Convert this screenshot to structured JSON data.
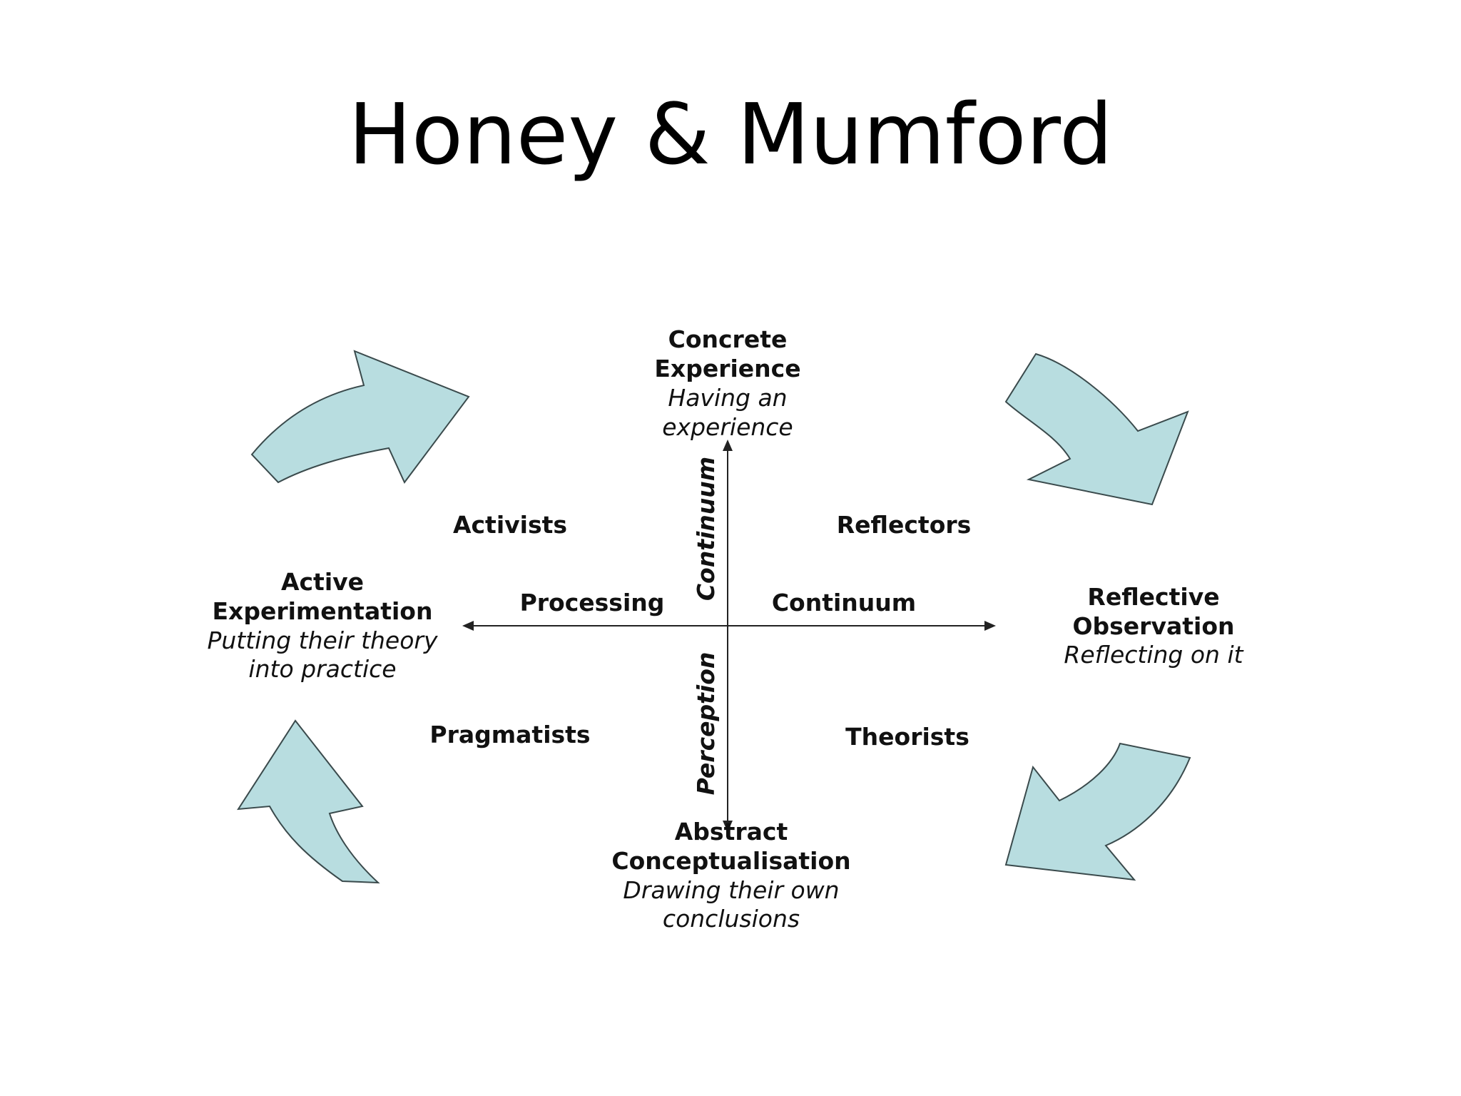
{
  "title": "Honey & Mumford",
  "colors": {
    "arrow_fill": "#b8dde0",
    "arrow_stroke": "#3a4a4c",
    "text": "#111111"
  },
  "stages": {
    "top": {
      "name_line1": "Concrete",
      "name_line2": "Experience",
      "desc_line1": "Having an",
      "desc_line2": "experience"
    },
    "right": {
      "name_line1": "Reflective",
      "name_line2": "Observation",
      "desc_line1": "Reflecting on it"
    },
    "bottom": {
      "name_line1": "Abstract",
      "name_line2": "Conceptualisation",
      "desc_line1": "Drawing their own",
      "desc_line2": "conclusions"
    },
    "left": {
      "name_line1": "Active",
      "name_line2": "Experimentation",
      "desc_line1": "Putting their theory",
      "desc_line2": "into practice"
    }
  },
  "styles": {
    "activists": "Activists",
    "reflectors": "Reflectors",
    "theorists": "Theorists",
    "pragmatists": "Pragmatists"
  },
  "axes": {
    "horizontal_left": "Processing",
    "horizontal_right": "Continuum",
    "vertical_top": "Continuum",
    "vertical_bottom": "Perception"
  },
  "icons": [
    "curved-arrow-top-left-icon",
    "curved-arrow-top-right-icon",
    "curved-arrow-bottom-right-icon",
    "curved-arrow-bottom-left-icon"
  ]
}
